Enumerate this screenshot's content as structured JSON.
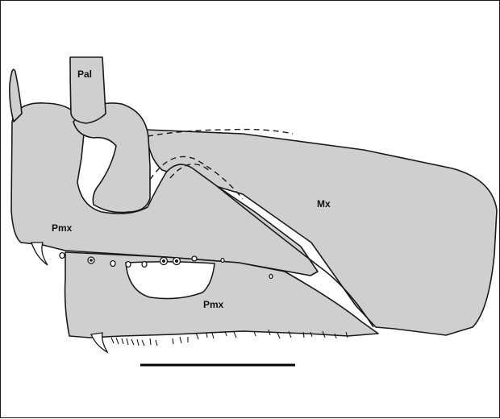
{
  "labels": {
    "palatine": "Pal",
    "maxilla": "Mx",
    "premaxilla_upper": "Pmx",
    "premaxilla_lower": "Pmx"
  }
}
